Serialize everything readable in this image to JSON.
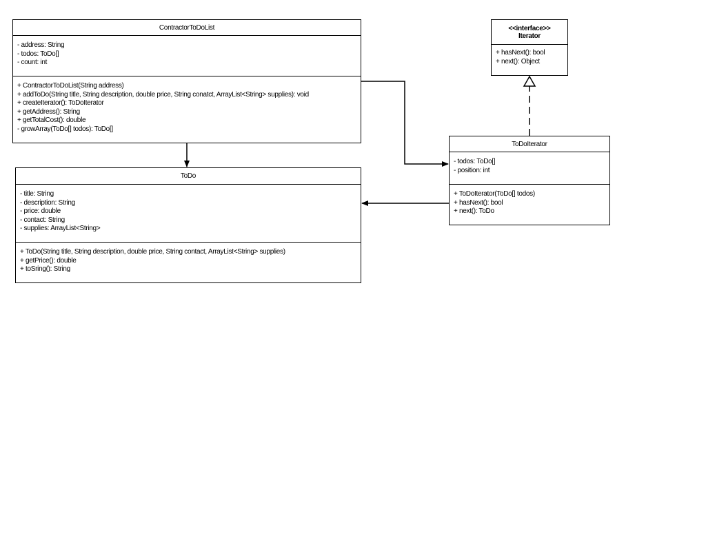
{
  "classes": {
    "contractor_todo_list": {
      "name": "ContractorToDoList",
      "attributes": [
        "- address: String",
        "- todos: ToDo[]",
        "- count: int"
      ],
      "methods": [
        "+ ContractorToDoList(String address)",
        "+ addToDo(String title, String description, double price, String conatct, ArrayList<String> supplies): void",
        "+ createIterator(): ToDoIterator",
        "+ getAddress(): String",
        "+ getTotalCost(): double",
        "- growArray(ToDo[] todos): ToDo[]"
      ]
    },
    "iterator": {
      "stereotype": "<<interface>>",
      "name": "Iterator",
      "methods": [
        "+ hasNext(): bool",
        "+ next(): Object"
      ]
    },
    "todo_iterator": {
      "name": "ToDoIterator",
      "attributes": [
        "- todos: ToDo[]",
        "- position: int"
      ],
      "methods": [
        "+ ToDoIterator(ToDo[] todos)",
        "+ hasNext(): bool",
        "+ next(): ToDo"
      ]
    },
    "todo": {
      "name": "ToDo",
      "attributes": [
        "- title: String",
        "- description: String",
        "- price: double",
        "- contact: String",
        "- supplies: ArrayList<String>"
      ],
      "methods": [
        "+ ToDo(String title, String description, double price, String contact, ArrayList<String> supplies)",
        "+ getPrice(): double",
        "+ toSring(): String"
      ]
    }
  },
  "relations": [
    {
      "from": "ContractorToDoList",
      "to": "ToDo",
      "type": "association"
    },
    {
      "from": "ContractorToDoList",
      "to": "ToDoIterator",
      "type": "association"
    },
    {
      "from": "ToDoIterator",
      "to": "ToDo",
      "type": "association"
    },
    {
      "from": "ToDoIterator",
      "to": "Iterator",
      "type": "realization"
    }
  ]
}
